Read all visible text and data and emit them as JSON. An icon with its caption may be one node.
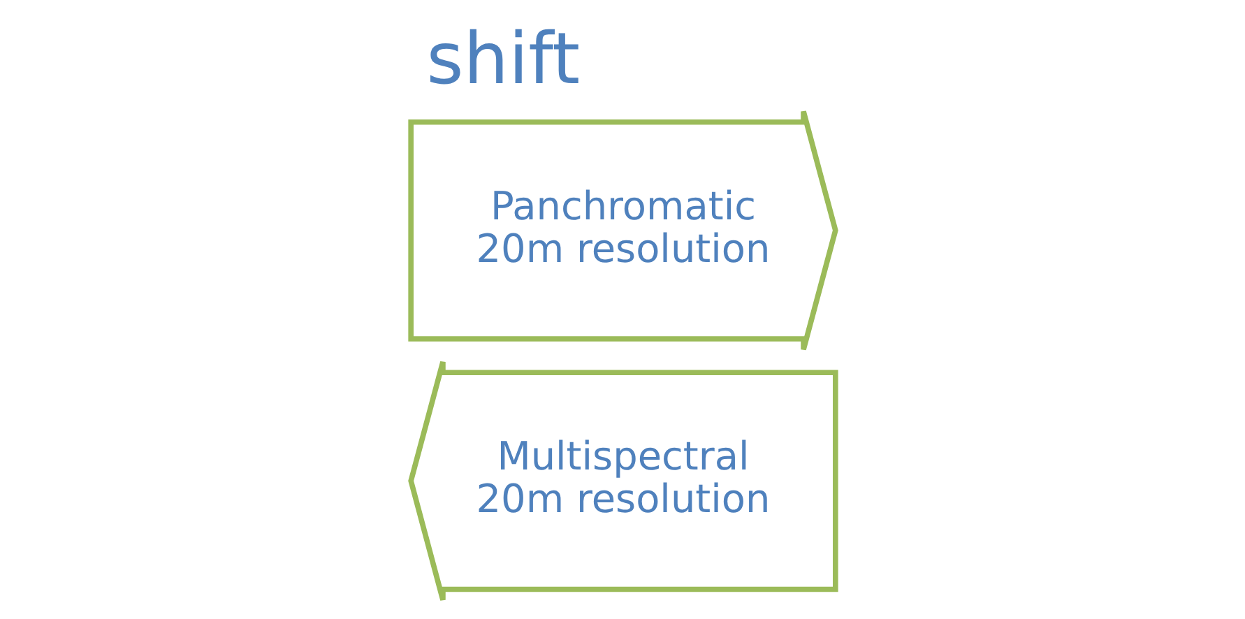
{
  "diagram": {
    "title": "shift",
    "nodes": [
      {
        "text": [
          "Panchromatic 20m resolution"
        ]
      },
      {
        "text": [
          "Multispectral 20m resolution"
        ]
      }
    ],
    "edges": []
  }
}
